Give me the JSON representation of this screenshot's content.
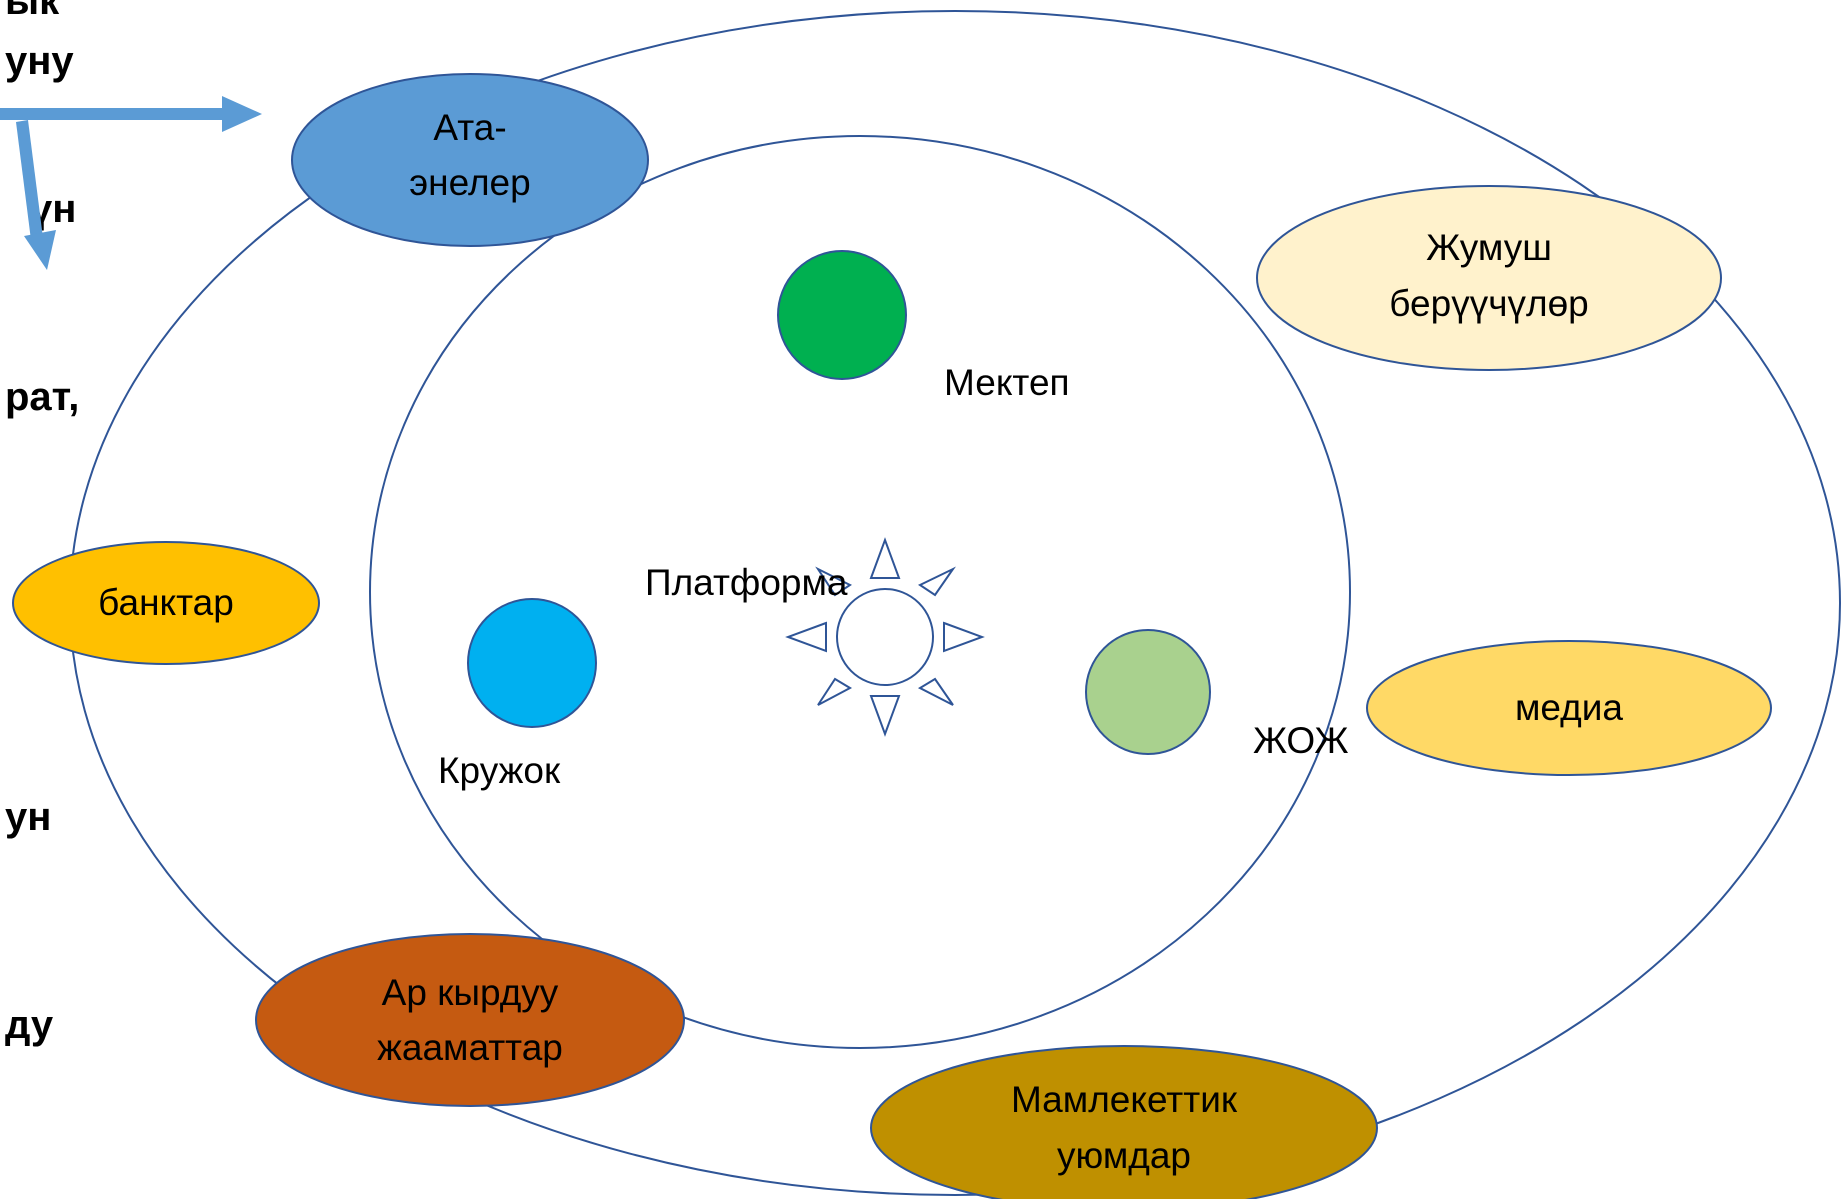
{
  "side_text_fragments": [
    "ык",
    "уну",
    "үн",
    "рат,",
    "ун",
    "ду"
  ],
  "center": {
    "label": "Платформа",
    "icon": "sun-icon"
  },
  "inner_nodes": [
    {
      "id": "school",
      "label": "Мектеп",
      "color": "#00b050"
    },
    {
      "id": "club",
      "label": "Кружок",
      "color": "#00b0f0"
    },
    {
      "id": "university",
      "label": "ЖОЖ",
      "color": "#a9d18e"
    }
  ],
  "outer_nodes": [
    {
      "id": "parents",
      "lines": [
        "Ата-",
        "энелер"
      ],
      "fill": "#5b9bd5"
    },
    {
      "id": "employers",
      "lines": [
        "Жумуш",
        "берүүчүлөр"
      ],
      "fill": "#fff2cc"
    },
    {
      "id": "banks",
      "lines": [
        "банктар"
      ],
      "fill": "#ffc000"
    },
    {
      "id": "media",
      "lines": [
        "медиа"
      ],
      "fill": "#ffd966"
    },
    {
      "id": "communities",
      "lines": [
        "Ар кырдуу",
        "жааматтар"
      ],
      "fill": "#c55a11"
    },
    {
      "id": "state",
      "lines": [
        "Мамлекеттик",
        "уюмдар"
      ],
      "fill": "#bf9000"
    }
  ],
  "colors": {
    "ring_stroke": "#2f5597",
    "arrow": "#5b9bd5",
    "ellipse_stroke": "#2f5597"
  }
}
